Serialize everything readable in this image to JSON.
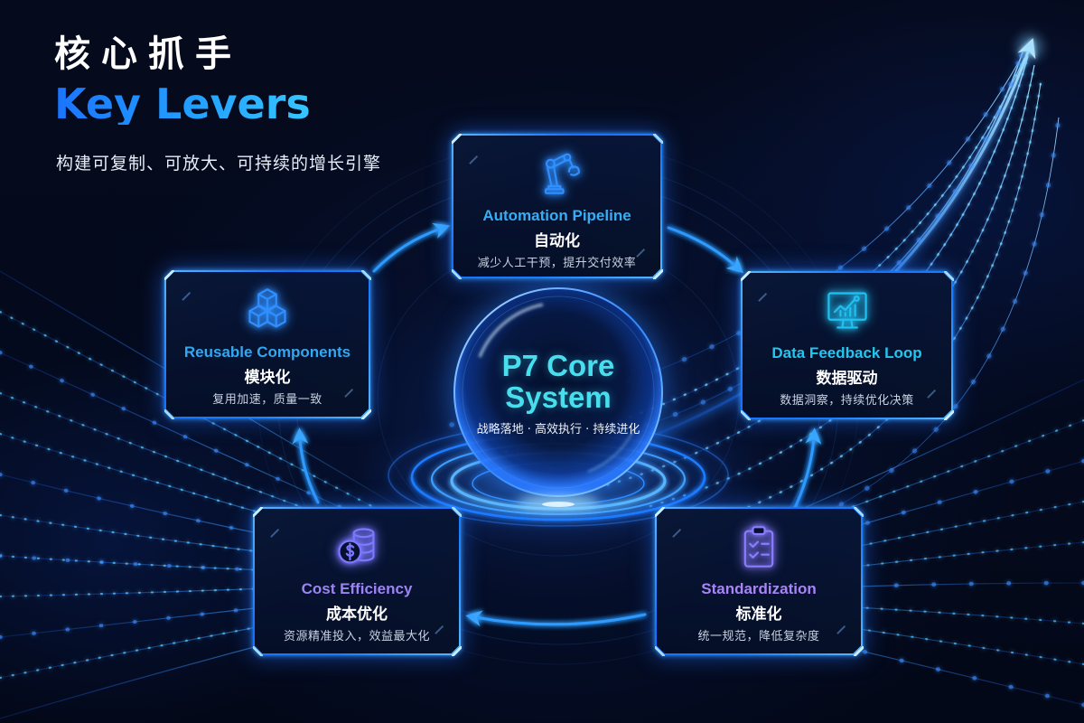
{
  "header": {
    "title_cn": "核心抓手",
    "title_en": "Key Levers",
    "subtitle": "构建可复制、可放大、可持续的增长引擎"
  },
  "core": {
    "title_line1": "P7 Core",
    "title_line2": "System",
    "tagline": "战略落地 · 高效执行 · 持续进化"
  },
  "levers": [
    {
      "key": "automation",
      "icon": "robot-arm-icon",
      "title_en": "Automation Pipeline",
      "title_cn": "自动化",
      "desc": "减少人工干预，提升交付效率",
      "accent": "#35aef5",
      "icon_color": "#2f8fff"
    },
    {
      "key": "reusable",
      "icon": "stacked-cubes-icon",
      "title_en": "Reusable Components",
      "title_cn": "模块化",
      "desc": "复用加速，质量一致",
      "accent": "#31a8f2",
      "icon_color": "#2f8fff"
    },
    {
      "key": "data-feedback",
      "icon": "monitor-chart-icon",
      "title_en": "Data Feedback Loop",
      "title_cn": "数据驱动",
      "desc": "数据洞察，持续优化决策",
      "accent": "#23c6ee",
      "icon_color": "#22c0f0"
    },
    {
      "key": "cost",
      "icon": "coins-dollar-icon",
      "title_en": "Cost Efficiency",
      "title_cn": "成本优化",
      "desc": "资源精准投入，效益最大化",
      "accent": "#9c84f2",
      "icon_color": "#7c78ff"
    },
    {
      "key": "standardization",
      "icon": "clipboard-checklist-icon",
      "title_en": "Standardization",
      "title_cn": "标准化",
      "desc": "统一规范，降低复杂度",
      "accent": "#a785f6",
      "icon_color": "#8a7cff"
    }
  ],
  "theme": {
    "background": "#030816",
    "primary_blue": "#1e7bff",
    "glow_blue": "#2f9bff",
    "core_text": "#47dfee"
  }
}
